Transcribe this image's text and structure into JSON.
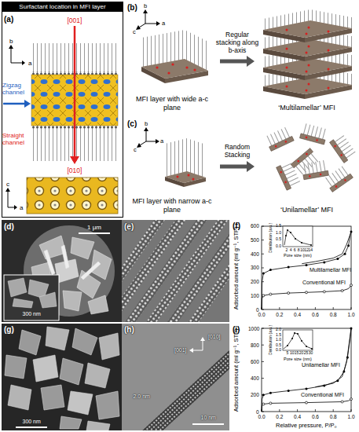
{
  "diagram": {
    "nodes": [
      {
        "text": [
          "Surfactant location in MFI layer"
        ]
      },
      {
        "text": [
          "MFI layer with wide a-c plane"
        ]
      },
      {
        "text": [
          "‘Multilamellar’ MFI"
        ]
      },
      {
        "text": [
          "MFI layer with narrow a-c plane"
        ]
      },
      {
        "text": [
          "‘Unilamellar’ MFI"
        ]
      }
    ],
    "edges": [
      {
        "from": 1,
        "to": 2,
        "arrow": "to",
        "label": "Regular stacking along b-axis"
      },
      {
        "from": 3,
        "to": 4,
        "arrow": "to",
        "label": "Random Stacking"
      }
    ],
    "labels": [
      "(a)",
      "[001]",
      "b",
      "a",
      "Zigzag channel",
      "Straight channel",
      "[010]",
      "c",
      "a",
      "(b)",
      "b",
      "a",
      "c",
      "(c)",
      "b",
      "a",
      "c",
      "(d)",
      "1 μm",
      "300 nm",
      "(e)",
      "(f)",
      "Multilamellar MFI",
      "Conventional MFI",
      "Adsorbed amount (ml g⁻¹, STP)",
      "0",
      "100",
      "200",
      "300",
      "400",
      "500",
      "600",
      "0.0",
      "0.2",
      "0.4",
      "0.6",
      "0.8",
      "1.0",
      "Distribution (a.u.)",
      "Pore size (nm)",
      "2",
      "4",
      "6",
      "8",
      "10",
      "12",
      "14",
      "0.0",
      "0.5",
      "1.0",
      "1.5",
      "(g)",
      "300 nm",
      "(h)",
      "[010]",
      "[001]",
      "2.0 nm",
      "10 nm",
      "(i)",
      "Unilamellar MFI",
      "Conventional MFI",
      "Adsorbed amount (ml g⁻¹, STP)",
      "0",
      "200",
      "400",
      "600",
      "800",
      "1000",
      "0.0",
      "0.2",
      "0.4",
      "0.6",
      "0.8",
      "1.0",
      "Relative pressure, P/P₀",
      "Distribution (a.u.)",
      "Pore size (nm)",
      "5",
      "10",
      "15",
      "20",
      "25",
      "30",
      "0.0",
      "0.5",
      "1.0",
      "1.5",
      "2.0"
    ]
  }
}
